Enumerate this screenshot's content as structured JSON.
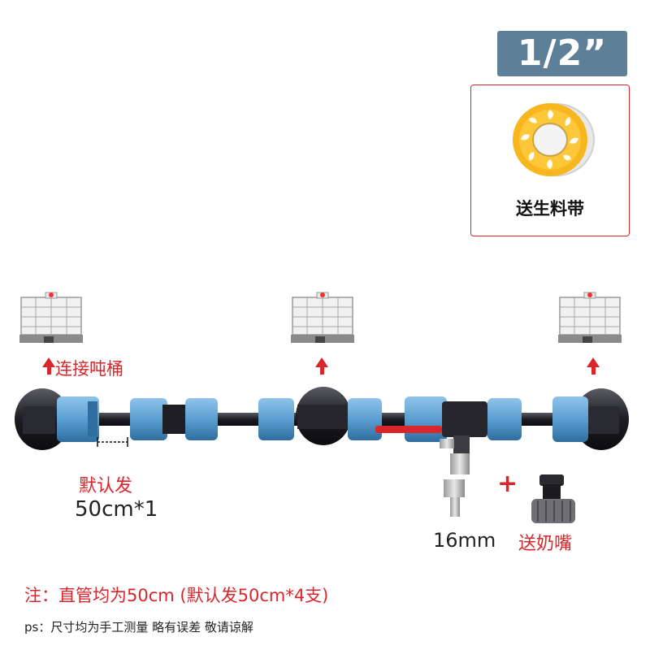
{
  "badge": {
    "size": "1/2”"
  },
  "gift": {
    "label": "送生料带"
  },
  "tank": {
    "connect_label": "连接吨桶"
  },
  "pipe": {
    "default_label": "默认发",
    "length": "50cm*1"
  },
  "tap": {
    "size": "16mm"
  },
  "nozzle": {
    "plus": "+",
    "label": "送奶嘴"
  },
  "notes": {
    "main": "注：直管均为50cm (默认发50cm*4支)",
    "ps": "ps：尺寸均为手工测量 略有误差 敬请谅解"
  },
  "colors": {
    "accent_red": "#d8262a",
    "badge_blue": "#5e7f98",
    "fitting_blue": "#5b9ed1",
    "pipe_black": "#1c1c22"
  },
  "icons": [
    "ibc-tank-icon",
    "ptfe-tape-icon",
    "hose-nozzle-icon",
    "ball-valve-icon"
  ]
}
